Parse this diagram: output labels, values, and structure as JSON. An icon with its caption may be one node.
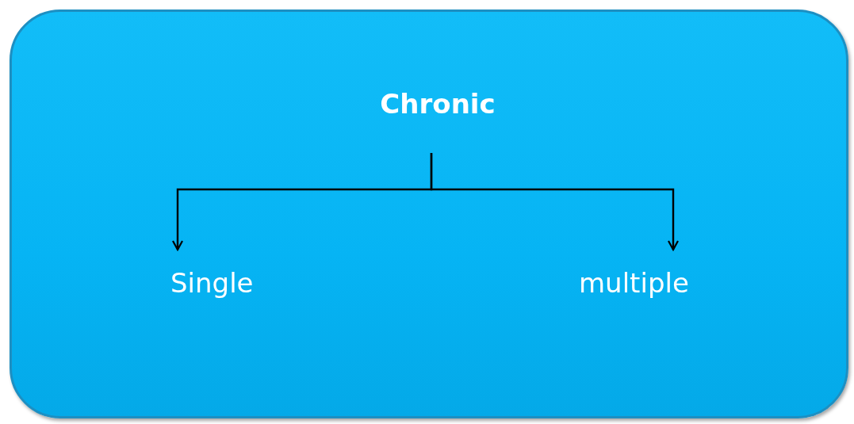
{
  "diagram": {
    "nodes": [
      {
        "text": [],
        "shape": "box"
      },
      {
        "text": [
          "Chronic"
        ],
        "in": 0
      },
      {
        "text": [
          "Single"
        ],
        "in": 0
      },
      {
        "text": [
          "multiple"
        ],
        "in": 0
      }
    ],
    "edges": [
      {
        "from": 1,
        "to": 2,
        "arrow": "to"
      },
      {
        "from": 1,
        "to": 3,
        "arrow": "to"
      }
    ]
  }
}
